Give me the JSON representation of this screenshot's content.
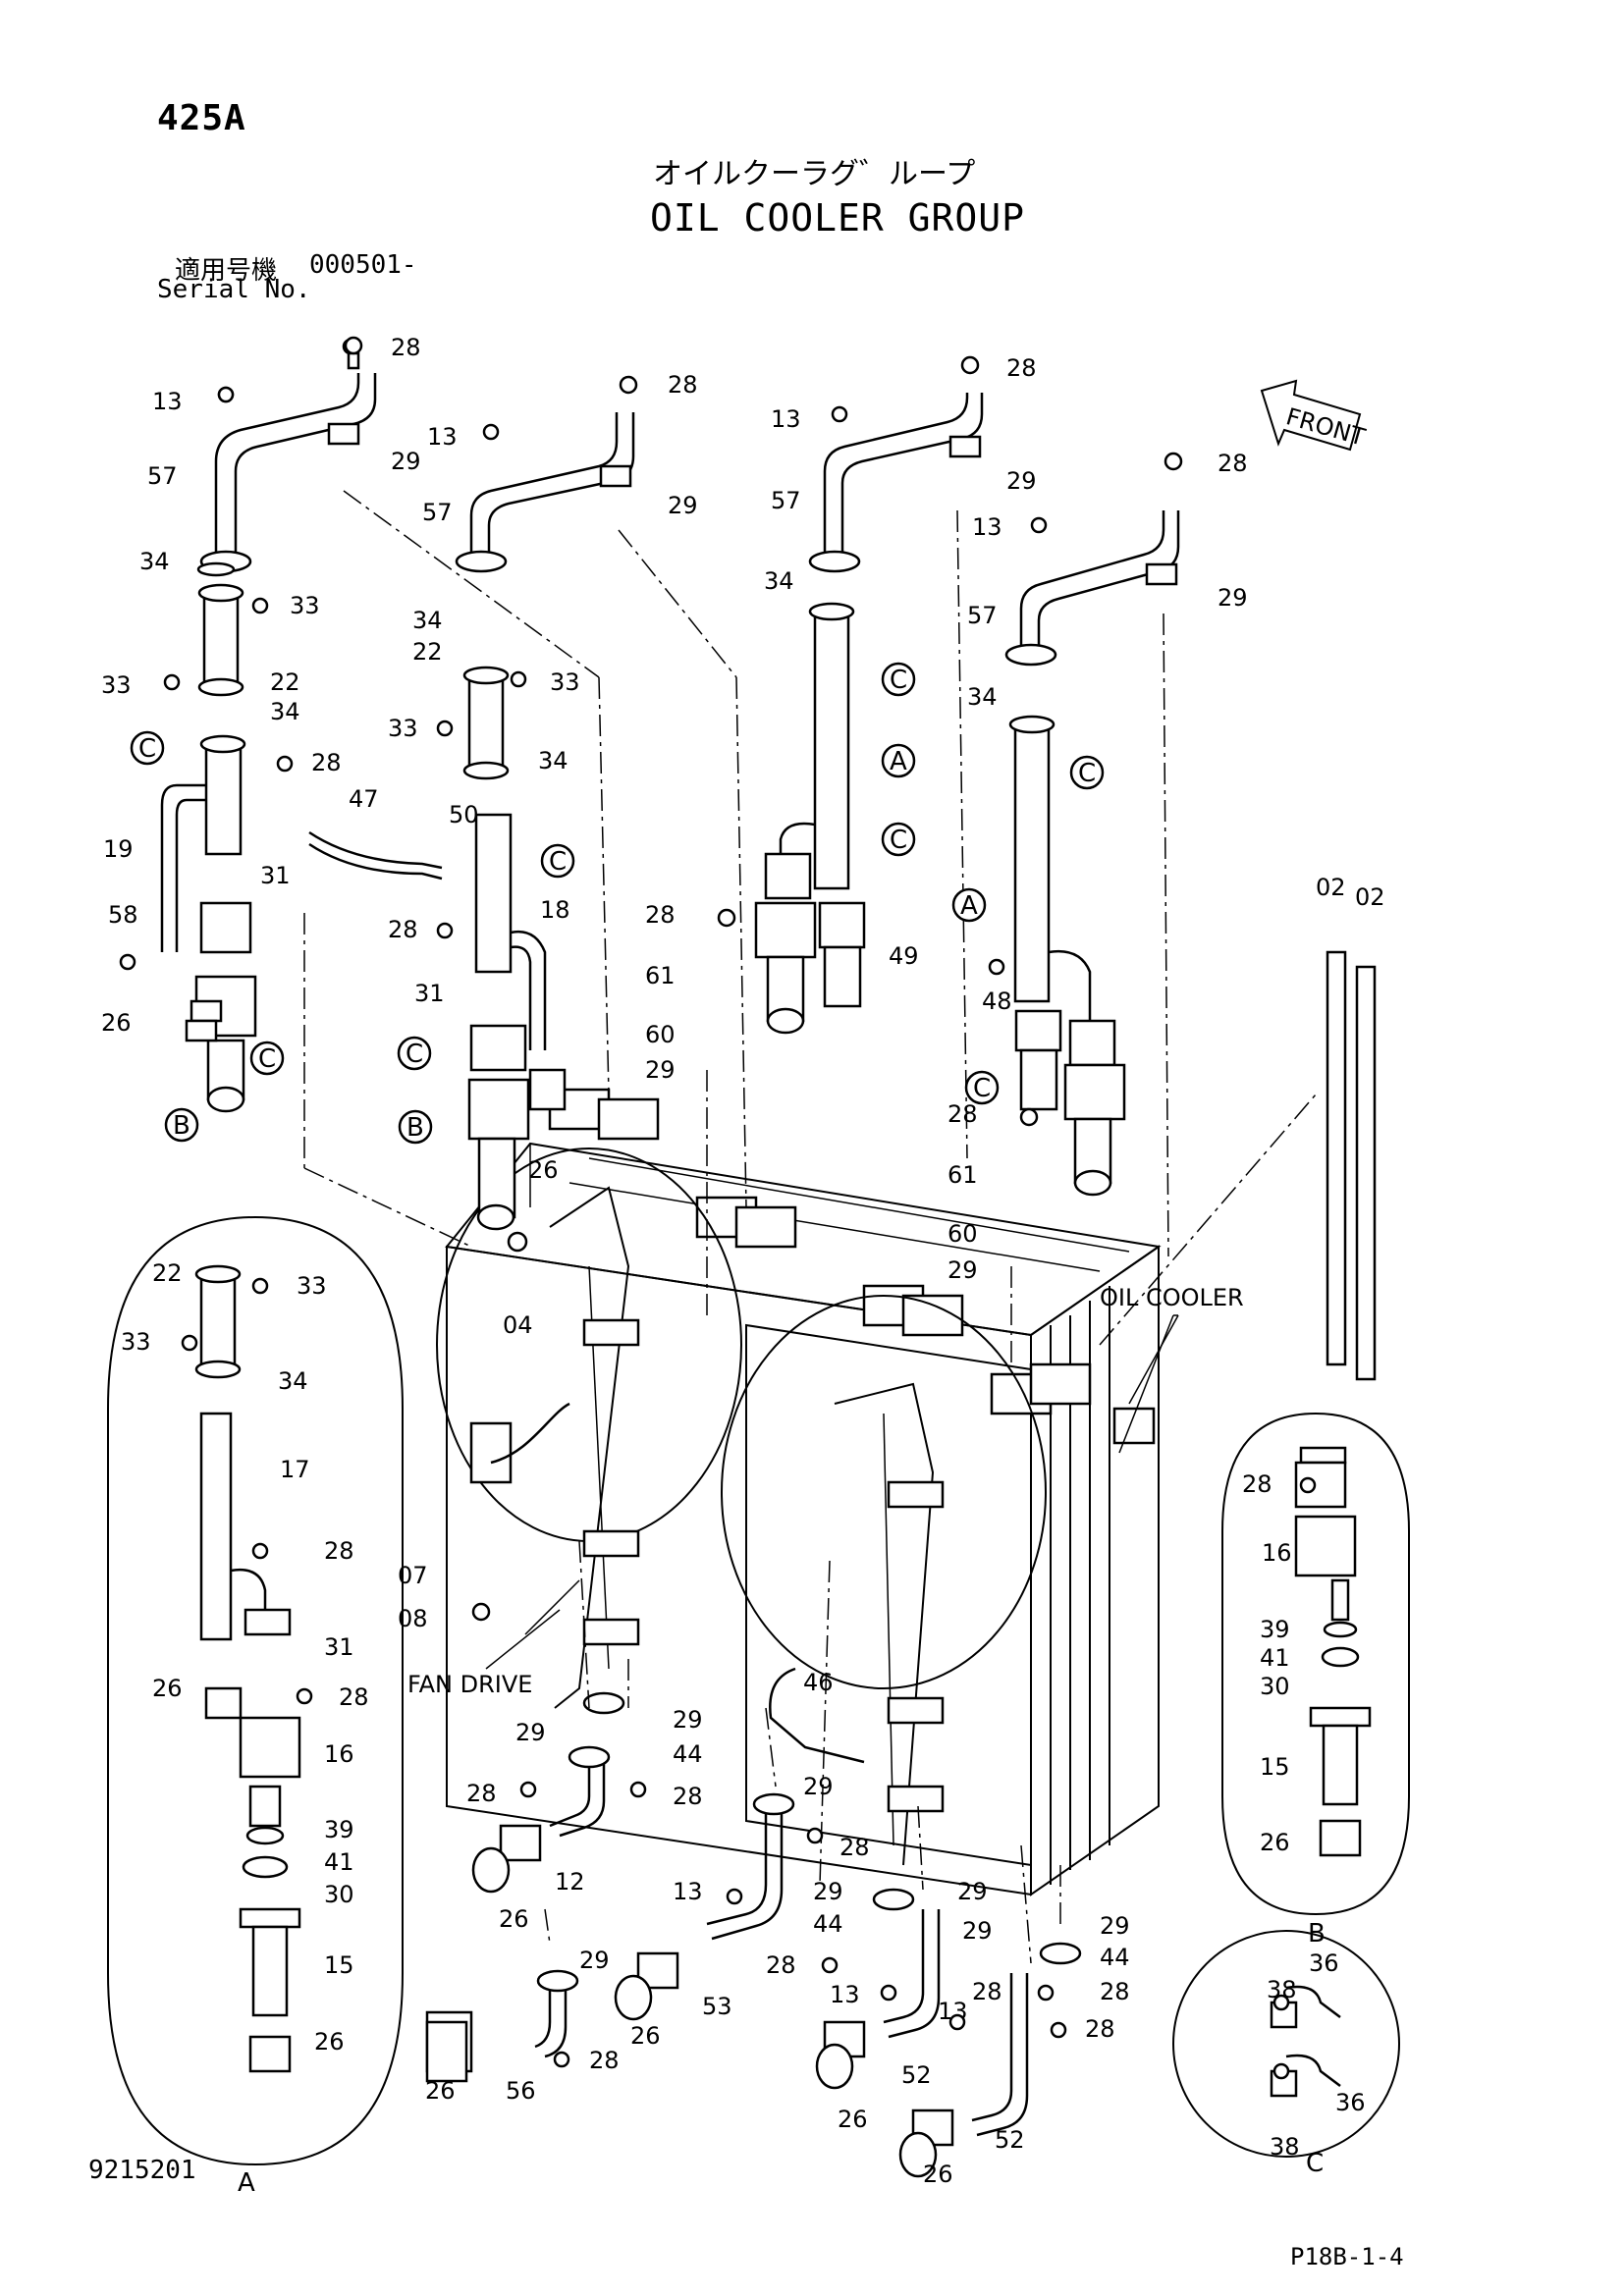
{
  "header": {
    "page_code": "425A",
    "title_jp": "オイルクーラグ゛ループ",
    "title_en": "OIL COOLER GROUP",
    "serial_label_jp": "適用号機",
    "serial_value": "000501-",
    "serial_label_en": "Serial No."
  },
  "footer": {
    "doc_number": "9215201",
    "page_ref": "P18B-1-4"
  },
  "diagram": {
    "front_label": "FRONT",
    "oil_cooler_label": "OIL COOLER",
    "fan_drive_label": "FAN DRIVE",
    "detail_a": "A",
    "detail_b": "B",
    "detail_c": "C",
    "callouts": {
      "p02": "02",
      "p04": "04",
      "p07": "07",
      "p08": "08",
      "p12": "12",
      "p13": "13",
      "p15": "15",
      "p16": "16",
      "p17": "17",
      "p18": "18",
      "p19": "19",
      "p22": "22",
      "p26": "26",
      "p28": "28",
      "p29": "29",
      "p30": "30",
      "p31": "31",
      "p33": "33",
      "p34": "34",
      "p36": "36",
      "p38": "38",
      "p39": "39",
      "p41": "41",
      "p44": "44",
      "p46": "46",
      "p47": "47",
      "p48": "48",
      "p49": "49",
      "p50": "50",
      "p52": "52",
      "p53": "53",
      "p56": "56",
      "p57": "57",
      "p58": "58",
      "p60": "60",
      "p61": "61"
    }
  }
}
